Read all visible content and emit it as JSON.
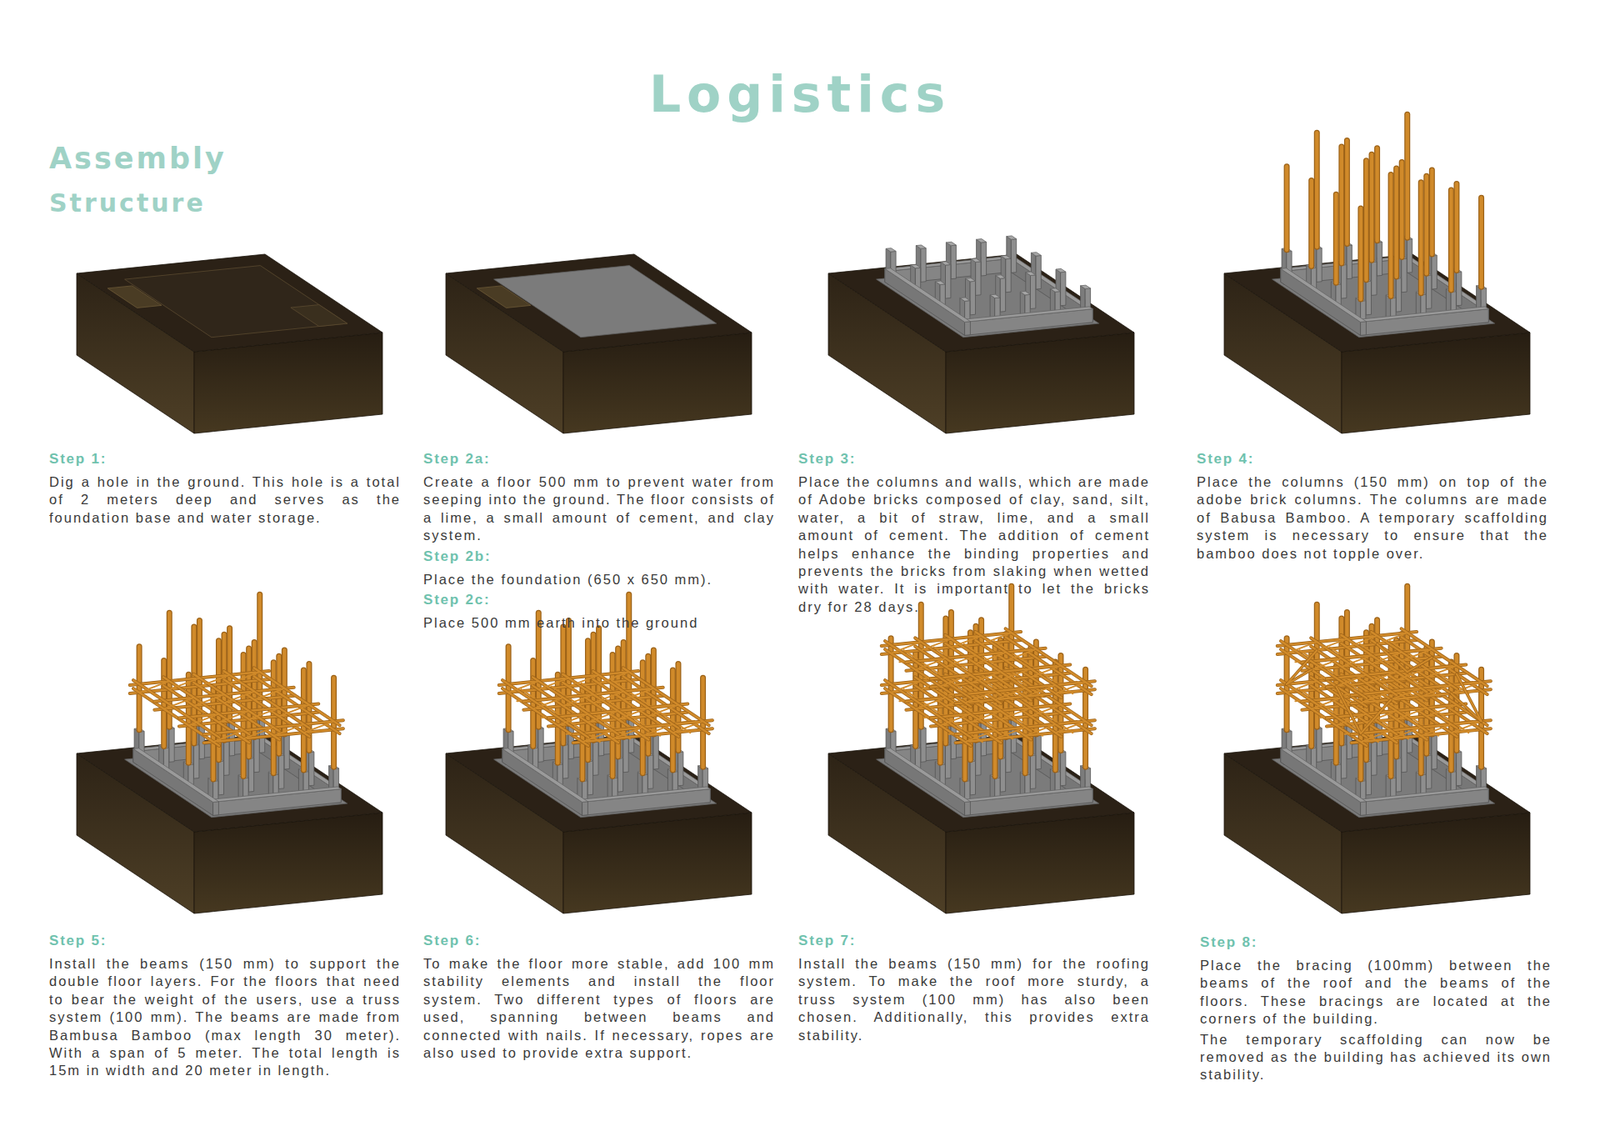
{
  "diagram": {
    "title": "Logistics",
    "labels": [
      "Assembly",
      "Structure",
      "Step 1:",
      "Dig a hole in the ground. This hole is a total of 2 meters deep and serves as the foundation base and water storage.",
      "Step 2a:",
      "Create a floor 500 mm to prevent water from seeping into the ground. The floor consists of a lime, a small amount of cement, and clay system.",
      "Step 2b:",
      "Place the foundation (650 x 650 mm).",
      "Step 2c:",
      "Place 500 mm earth into the ground",
      "Step 3:",
      "Place the columns and walls, which are made of Adobe bricks composed of clay, sand, silt, water, a bit of straw, lime, and a small amount of cement. The addition of cement helps enhance the binding properties and prevents the bricks from slaking when wetted with water. It is important to let the bricks dry for 28 days.",
      "Step 4:",
      "Place the columns (150 mm) on top of the adobe brick columns. The columns are made of Babusa Bamboo. A temporary scaffolding system is necessary to ensure that the bamboo does not topple over.",
      "Step 5:",
      "Install the beams (150 mm) to support the double floor layers. For the floors that need to bear the weight of the users, use a truss system (100 mm). The beams are made from Bambusa Bamboo (max length 30 meter). With a span of 5 meter. The total length is 15m in width and 20 meter in length.",
      "Step 6:",
      "To make the floor more stable, add 100 mm stability elements and install the floor system. Two different types of floors are used, spanning between beams and connected with nails. If necessary, ropes are also used to provide extra support.",
      "Step 7:",
      "Install the beams (150 mm) for the roofing system. To make the roof more sturdy, a truss system (100 mm) has also been chosen. Additionally, this provides extra stability.",
      "Step 8:",
      "Place the bracing (100mm) between the beams of the roof and the beams of the floors. These bracings are located at the corners of the building.",
      "The temporary scaffolding can now be removed as the building has achieved its own stability."
    ]
  }
}
